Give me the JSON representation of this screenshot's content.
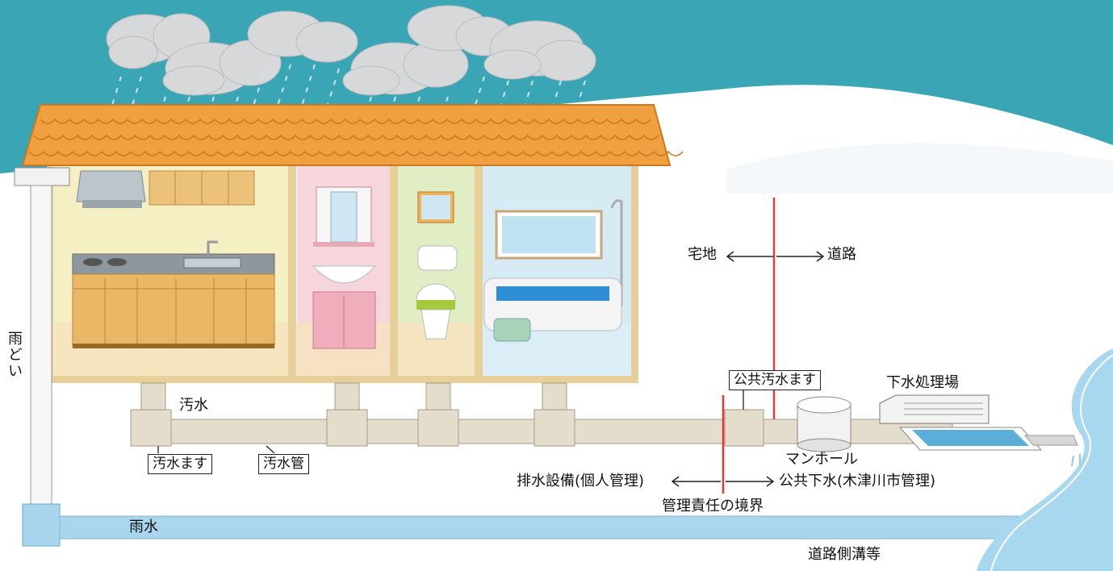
{
  "labels": {
    "rain_gutter": "雨どい",
    "takuchi": "宅地",
    "douro": "道路",
    "public_sewage_basin": "公共汚水ます",
    "treatment_plant": "下水処理場",
    "sewage": "汚水",
    "sewage_basin": "汚水ます",
    "sewage_pipe": "汚水管",
    "manhole": "マンホール",
    "private_drainage": "排水設備(個人管理)",
    "public_sewer": "公共下水(木津川市管理)",
    "responsibility_boundary": "管理責任の境界",
    "rainwater": "雨水",
    "roadside_ditch": "道路側溝等"
  },
  "colors": {
    "sky": "#3aa6b5",
    "roof": "#f0a040",
    "pipe": "#e4ddcc",
    "rain_pipe": "#a9d6ee",
    "boundary_line": "#e53935",
    "river": "#a8d8f0"
  }
}
